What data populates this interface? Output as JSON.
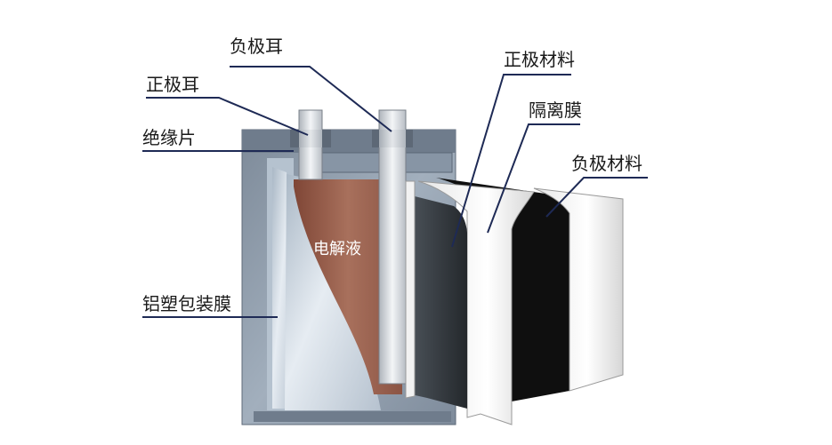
{
  "labels": {
    "negative_tab": "负极耳",
    "positive_tab": "正极耳",
    "insulation_sheet": "绝缘片",
    "aluminum_plastic_film": "铝塑包装膜",
    "electrolyte": "电解液",
    "positive_material": "正极材料",
    "separator": "隔离膜",
    "negative_material": "负极材料"
  },
  "colors": {
    "pouch_outer": "#8f9cab",
    "pouch_inner": "#c9d3dd",
    "electrolyte": "#9b5f4c",
    "tab_metal": "#d9dde2",
    "dark_sheet": "#30353a",
    "black_sheet": "#101010",
    "leader_line": "#1e2a55"
  }
}
